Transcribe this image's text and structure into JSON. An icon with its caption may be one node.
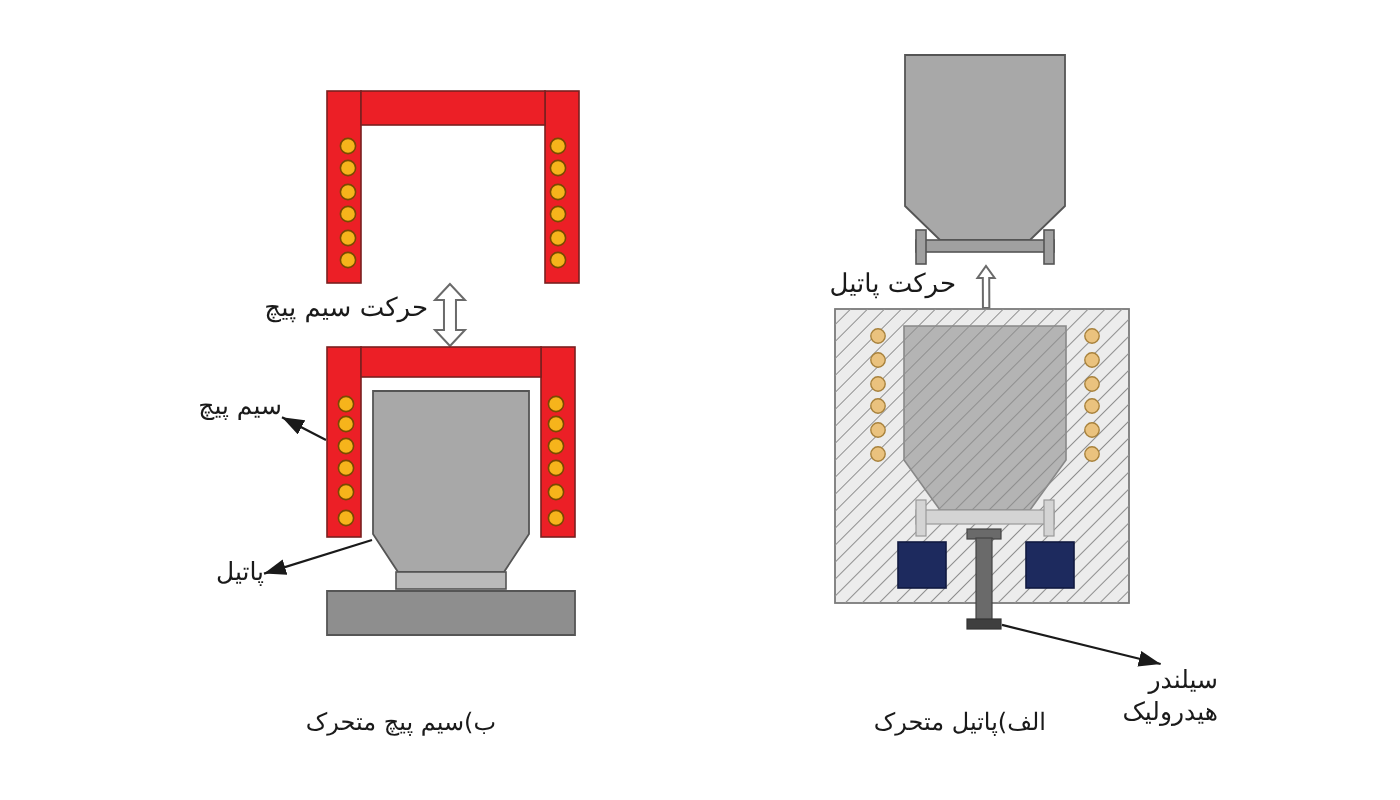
{
  "diagram": {
    "nodes": [
      {
        "text": [],
        "shape": "picture"
      },
      {
        "text": [
          "سیم پیچ"
        ]
      },
      {
        "text": [],
        "shape": "picture"
      },
      {
        "text": [
          "پاتیل"
        ]
      },
      {
        "text": [],
        "shape": "box"
      },
      {
        "text": [],
        "shape": "box"
      },
      {
        "text": [],
        "shape": "box"
      },
      {
        "text": [],
        "shape": "picture"
      },
      {
        "text": [],
        "shape": "picture"
      },
      {
        "text": [
          "سیلندر هیدرولیک"
        ]
      }
    ],
    "edges": [
      {
        "from": 0,
        "to": 2,
        "arrow": "both",
        "style": "thick",
        "color": "#6a6a6a"
      },
      {
        "from": 2,
        "to": 1,
        "arrow": "to"
      },
      {
        "from": 4,
        "to": 3,
        "arrow": "to"
      },
      {
        "from": 7,
        "to": 6,
        "arrow": "to",
        "style": "thick",
        "color": "#6a6a6a"
      },
      {
        "from": 8,
        "to": 9,
        "arrow": "to"
      }
    ],
    "labels": [
      "حرکت سیم پیچ",
      "حرکت پاتیل",
      "ب)سیم پیچ متحرک",
      "الف)پاتیل متحرک"
    ]
  }
}
